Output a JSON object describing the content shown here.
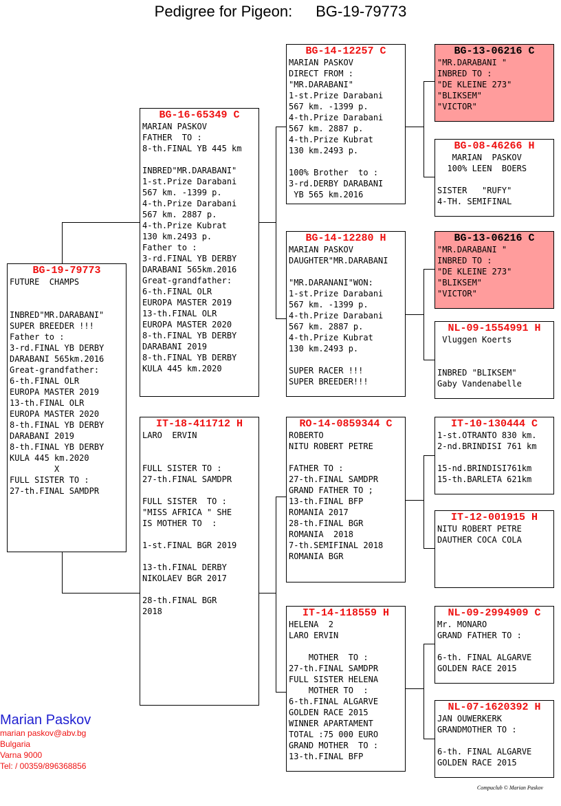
{
  "header": {
    "label": "Pedigree for Pigeon:",
    "ring": "BG-19-79773"
  },
  "birds": {
    "subject": {
      "ring": "BG-19-79773",
      "lines": [
        "FUTURE  CHAMPS",
        "",
        "",
        "INBRED\"MR.DARABANI\"",
        "SUPER BREEDER !!!",
        "Father to :",
        "3-rd.FINAL YB DERBY",
        "DARABANI 565km.2016",
        "Great-grandfather:",
        "6-th.FINAL OLR",
        "EUROPA MASTER 2019",
        "13-th.FINAL OLR",
        "EUROPA MASTER 2020",
        "8-th.FINAL YB DERBY",
        "DARABANI 2019",
        "8-th.FINAL YB DERBY",
        "KULA 445 km.2020",
        "         X",
        "FULL SISTER TO :",
        "27-th.FINAL SAMDPR"
      ]
    },
    "sire": {
      "ring": "BG-16-65349 C",
      "lines": [
        "MARIAN PASKOV",
        "FATHER  TO :",
        "8-th.FINAL YB 445 km",
        "",
        "INBRED\"MR.DARABANI\"",
        "1-st.Prize Darabani",
        "567 km. -1399 p.",
        "4-th.Prize Darabani",
        "567 km. 2887 p.",
        "4-th.Prize Kubrat",
        "130 km.2493 p.",
        "Father to :",
        "3-rd.FINAL YB DERBY",
        "DARABANI 565km.2016",
        "Great-grandfather:",
        "6-th.FINAL OLR",
        "EUROPA MASTER 2019",
        "13-th.FINAL OLR",
        "EUROPA MASTER 2020",
        "8-th.FINAL YB DERBY",
        "DARABANI 2019",
        "8-th.FINAL YB DERBY",
        "KULA 445 km.2020"
      ]
    },
    "dam": {
      "ring": "IT-18-411712 H",
      "lines": [
        "LARO  ERVIN",
        "",
        "",
        "FULL SISTER TO :",
        "27-th.FINAL SAMDPR",
        "",
        "FULL SISTER  TO :",
        "\"MISS AFRICA \" SHE",
        "IS MOTHER TO  :",
        "",
        "1-st.FINAL BGR 2019",
        "",
        "13-th.FINAL DERBY",
        "NIKOLAEV BGR 2017",
        "",
        "28-th.FINAL BGR",
        "2018"
      ]
    },
    "ss": {
      "ring": "BG-14-12257 C",
      "lines": [
        "MARIAN PASKOV",
        "DIRECT FROM :",
        "\"MR.DARABANI\"",
        "1-st.Prize Darabani",
        "567 km. -1399 p.",
        "4-th.Prize Darabani",
        "567 km. 2887 p.",
        "4-th.Prize Kubrat",
        "130 km.2493 p.",
        "",
        "100% Brother  to :",
        "3-rd.DERBY DARABANI",
        " YB 565 km.2016"
      ]
    },
    "sd": {
      "ring": "BG-14-12280 H",
      "lines": [
        "MARIAN PASKOV",
        "DAUGHTER\"MR.DARABANI",
        "",
        "\"MR.DARANANI\"WON:",
        "1-st.Prize Darabani",
        "567 km. -1399 p.",
        "4-th.Prize Darabani",
        "567 km. 2887 p.",
        "4-th.Prize Kubrat",
        "130 km.2493 p.",
        "",
        "SUPER RACER !!!",
        "SUPER BREEDER!!!"
      ]
    },
    "ds": {
      "ring": "RO-14-0859344 C",
      "lines": [
        "ROBERTO",
        "NITU ROBERT PETRE",
        "",
        "FATHER TO :",
        "27-th.FINAL SAMDPR",
        "GRAND FATHER TO ;",
        "13-th.FINAL BFP",
        "ROMANIA 2017",
        "28-th.FINAL BGR",
        "ROMANIA  2018",
        "7-th.SEMIFINAL 2018",
        "ROMANIA BGR"
      ]
    },
    "dd": {
      "ring": "IT-14-118559 H",
      "lines": [
        "HELENA  2",
        "LARO ERVIN",
        "",
        "    MOTHER  TO :",
        "27-th.FINAL SAMDPR",
        "FULL SISTER HELENA",
        "    MOTHER TO  :",
        "6-th.FINAL ALGARVE",
        "GOLDEN RACE 2015",
        "WINNER APARTAMENT",
        "TOTAL :75 000 EURO",
        "GRAND MOTHER  TO :",
        "13-th.FINAL BFP"
      ]
    },
    "sss": {
      "ring": "BG-13-06216 C",
      "lines": [
        "\"MR.DARABANI \"",
        "INBRED TO :",
        "\"DE KLEINE 273\"",
        "\"BLIKSEM\"",
        "\"VICTOR\""
      ]
    },
    "ssd": {
      "ring": "BG-08-46266 H",
      "lines": [
        "   MARIAN  PASKOV",
        "  100% LEEN  BOERS",
        "",
        "SISTER   \"RUFY\"",
        "4-TH. SEMIFINAL"
      ]
    },
    "sds": {
      "ring": "BG-13-06216 C",
      "lines": [
        "\"MR.DARABANI \"",
        "INBRED TO :",
        "\"DE KLEINE 273\"",
        "\"BLIKSEM\"",
        "\"VICTOR\""
      ]
    },
    "sdd": {
      "ring": "NL-09-1554991 H",
      "lines": [
        " Vluggen Koerts",
        "",
        "",
        "INBRED \"BLIKSEM\"",
        "Gaby Vandenabelle"
      ]
    },
    "dss": {
      "ring": "IT-10-130444 C",
      "lines": [
        "1-st.OTRANTO 830 km.",
        "2-nd.BRINDISI 761 km",
        "",
        "15-nd.BRINDISI761km",
        "15-th.BARLETA 621km"
      ]
    },
    "dsd": {
      "ring": "IT-12-001915 H",
      "lines": [
        "NITU ROBERT PETRE",
        "DAUTHER COCA COLA"
      ]
    },
    "dds": {
      "ring": "NL-09-2994909 C",
      "lines": [
        "Mr. MONARO",
        "GRAND FATHER TO :",
        "",
        "6-th. FINAL ALGARVE",
        "GOLDEN RACE 2015"
      ]
    },
    "ddd": {
      "ring": "NL-07-1620392 H",
      "lines": [
        "JAN OUWERKERK",
        "GRANDMOTHER TO :",
        "",
        "6-th. FINAL ALGARVE",
        "GOLDEN RACE 2015"
      ]
    }
  },
  "owner": {
    "name": "Marian Paskov",
    "email": "marian paskov@abv.bg",
    "country": "Bulgaria",
    "city": "Varna 9000",
    "phone": "Tel:  / 00359/896368856"
  },
  "footer": {
    "copyright": "Compuclub © Marian Paskov"
  },
  "colors": {
    "ring_text": "#ee1111",
    "highlight_box": "#ff9c9c",
    "owner_name": "#1f1fd0"
  }
}
